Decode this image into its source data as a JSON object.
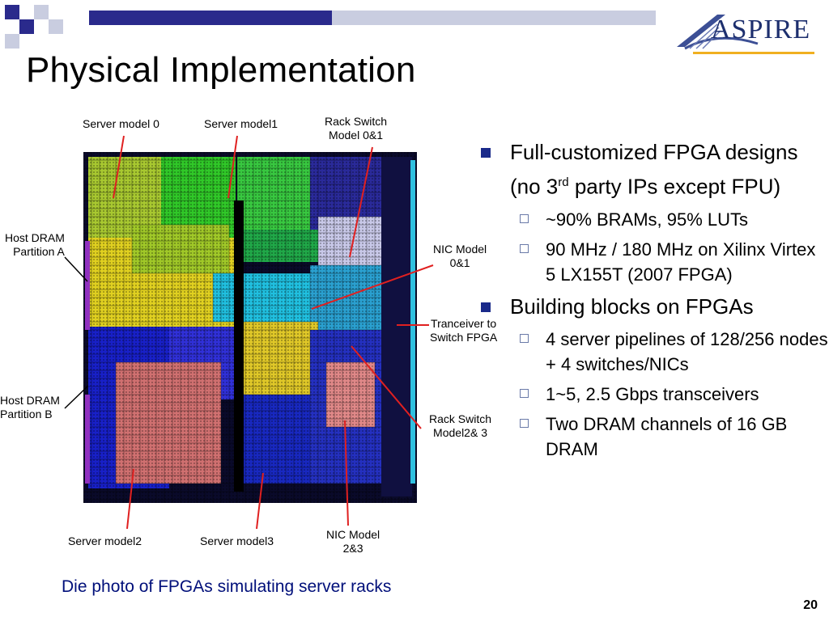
{
  "slide": {
    "title": "Physical Implementation",
    "page_number": "20",
    "logo_text": "ASPIRE",
    "caption": "Die photo of FPGAs simulating server racks"
  },
  "die_labels": {
    "server0": "Server model  0",
    "server1": "Server model1",
    "rack01": [
      "Rack Switch",
      "Model 0&1"
    ],
    "host_a": [
      "Host DRAM",
      "Partition A"
    ],
    "nic01": [
      "NIC Model",
      "0&1"
    ],
    "transceiver": [
      "Tranceiver to",
      "Switch FPGA"
    ],
    "host_b": [
      "Host DRAM",
      "Partition B"
    ],
    "rack23": [
      "Rack Switch",
      "Model2& 3"
    ],
    "server2": "Server model2",
    "server3": "Server model3",
    "nic23": [
      "NIC Model",
      "2&3"
    ]
  },
  "bullets": {
    "b1_text": "Full-customized FPGA designs (no 3",
    "b1_sup": "rd",
    "b1_tail": " party IPs except FPU)",
    "b1_sub": [
      "~90% BRAMs, 95% LUTs",
      "90 MHz / 180 MHz on Xilinx Virtex 5 LX155T (2007 FPGA)"
    ],
    "b2_text": "Building blocks on FPGAs",
    "b2_sub": [
      "4 server pipelines of 128/256 nodes + 4 switches/NICs",
      "1~5, 2.5 Gbps transceivers",
      "Two DRAM channels of 16 GB DRAM"
    ]
  },
  "colors": {
    "accent": "#1a2a8a",
    "annotation_line": "#e02020",
    "caption": "#000f7a"
  }
}
